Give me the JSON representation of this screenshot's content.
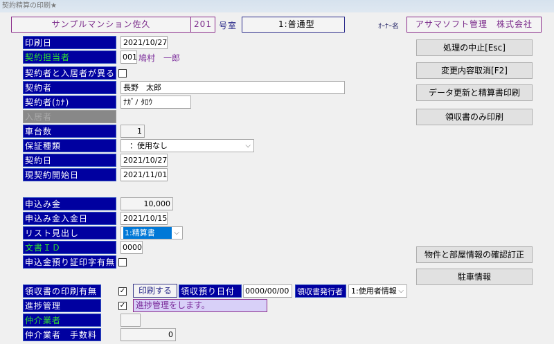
{
  "window": {
    "title": "契約精算の印刷★"
  },
  "header": {
    "property": "サンプルマンション佐久",
    "room_no": "201",
    "room_suffix": "号室",
    "room_type": "1:普通型",
    "owner_label": "ｵｰﾅｰ名",
    "owner": "アサマソフト管理　株式会社"
  },
  "fields": {
    "print_date": {
      "label": "印刷日",
      "value": "2021/10/27"
    },
    "staff": {
      "label": "契約担当者",
      "code": "001",
      "name": "鳩村　一郎"
    },
    "differs": {
      "label": "契約者と入居者が異る",
      "checked": false
    },
    "contractor": {
      "label": "契約者",
      "value": "長野　太郎"
    },
    "contractor_kana": {
      "label": "契約者(ｶﾅ)",
      "value": "ﾅｶﾞﾉ ﾀﾛｳ"
    },
    "resident": {
      "label": "入居者"
    },
    "cars": {
      "label": "車台数",
      "value": "1"
    },
    "guarantee": {
      "label": "保証種類",
      "value": "：使用なし"
    },
    "contract_date": {
      "label": "契約日",
      "value": "2021/10/27"
    },
    "start_date": {
      "label": "現契約開始日",
      "value": "2021/11/01"
    },
    "application_fee": {
      "label": "申込み金",
      "value": "10,000"
    },
    "fee_date": {
      "label": "申込み金入金日",
      "value": "2021/10/15"
    },
    "list_heading": {
      "label": "リスト見出し",
      "value": "1:精算書"
    },
    "doc_id": {
      "label": "文書ＩＤ",
      "value": "0000"
    },
    "receipt_stamp": {
      "label": "申込金預り証印字有無",
      "checked": false
    },
    "receipt_print": {
      "label": "領収書の印刷有無",
      "checked": true,
      "button": "印刷する",
      "date_label": "領収預り日付",
      "date": "0000/00/00",
      "issuer_label": "領収書発行者",
      "issuer": "1:使用者情報"
    },
    "progress": {
      "label": "進捗管理",
      "checked": true,
      "value": "進捗管理をします。"
    },
    "broker": {
      "label": "仲介業者",
      "value": ""
    },
    "broker_fee": {
      "label": "仲介業者　手数料",
      "value": "0"
    }
  },
  "buttons": {
    "cancel": "処理の中止[Esc]",
    "revert": "変更内容取消[F2]",
    "update_print": "データ更新と精算書印刷",
    "receipt_only": "領収書のみ印刷",
    "property_info": "物件と部屋情報の確認訂正",
    "parking": "駐車情報"
  }
}
